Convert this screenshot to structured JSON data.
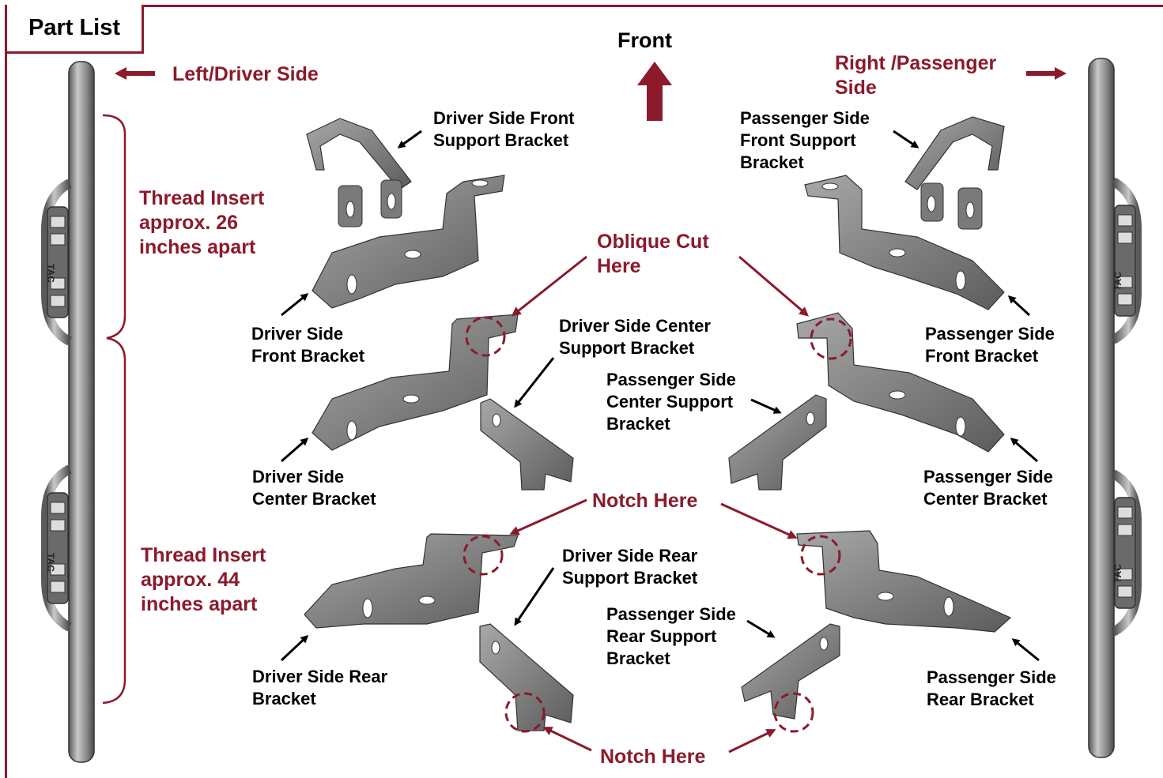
{
  "title": "Part List",
  "orientation": {
    "front": "Front",
    "left": "Left/Driver Side",
    "right": "Right /Passenger\nSide"
  },
  "thread_inserts": {
    "upper": "Thread Insert\napprox. 26\ninches apart",
    "lower": "Thread Insert\napprox. 44\ninches apart"
  },
  "callouts": {
    "oblique": "Oblique Cut\nHere",
    "notch_mid": "Notch Here",
    "notch_bottom": "Notch Here"
  },
  "parts": {
    "driver_front_support": "Driver Side Front\nSupport Bracket",
    "driver_front": "Driver Side\nFront Bracket",
    "driver_center_support": "Driver Side Center\nSupport Bracket",
    "driver_center": "Driver Side\nCenter Bracket",
    "driver_rear_support": "Driver Side Rear\nSupport Bracket",
    "driver_rear": "Driver Side Rear\nBracket",
    "passenger_front_support": "Passenger Side\nFront Support\nBracket",
    "passenger_front": "Passenger Side\nFront Bracket",
    "passenger_center_support": "Passenger Side\nCenter Support\nBracket",
    "passenger_center": "Passenger Side\nCenter Bracket",
    "passenger_rear_support": "Passenger Side\nRear Support\nBracket",
    "passenger_rear": "Passenger Side\nRear Bracket"
  },
  "logo_text": "TAC",
  "colors": {
    "accent": "#8b1a2b",
    "metal": "#7a7a7a",
    "metal_dark": "#4a4a4a",
    "metal_light": "#b4b4b4"
  }
}
